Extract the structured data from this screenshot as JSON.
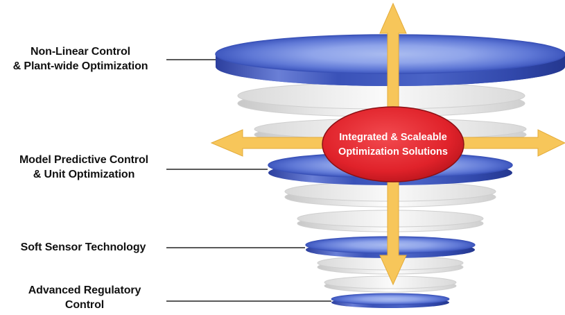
{
  "levels": [
    {
      "line1": "Non-Linear Control",
      "line2": "& Plant-wide Optimization"
    },
    {
      "line1": "Model Predictive Control",
      "line2": "& Unit Optimization"
    },
    {
      "line1": "Soft Sensor Technology",
      "line2": ""
    },
    {
      "line1": "Advanced Regulatory",
      "line2": "Control"
    }
  ],
  "center": {
    "line1": "Integrated & Scaleable",
    "line2": "Optimization Solutions"
  },
  "colors": {
    "disc_blue": "#3a55b8",
    "disc_light": "#9bb0ea",
    "disc_gray": "#e7e7e7",
    "arrow": "#f7c65a",
    "oval": "#e8242b"
  }
}
